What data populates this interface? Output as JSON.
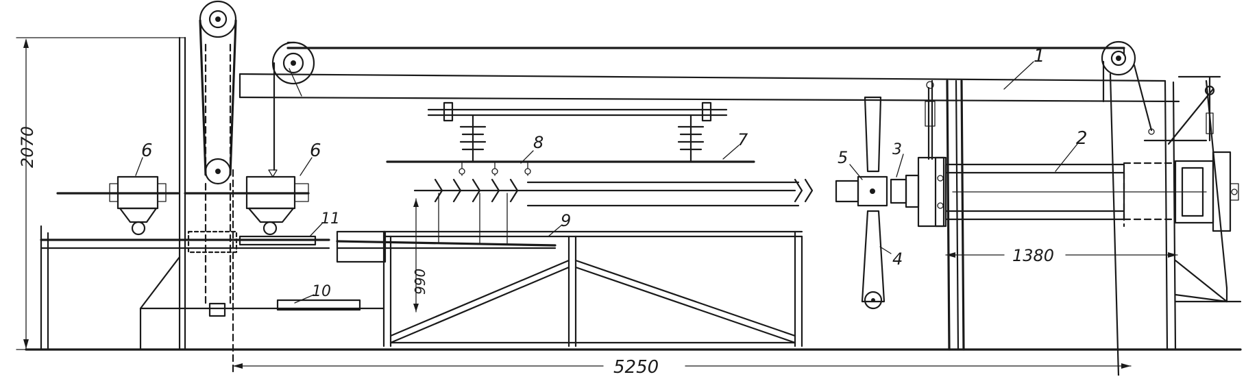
{
  "callouts": {
    "c1": "1",
    "c2": "2",
    "c3": "3",
    "c4": "4",
    "c5": "5",
    "c6a": "6",
    "c6b": "6",
    "c7": "7",
    "c8": "8",
    "c9": "9",
    "c10": "10",
    "c11": "11"
  },
  "dimensions": {
    "height_total": "2070",
    "height_table": "990",
    "width_total": "5250",
    "width_part": "1380"
  },
  "colors": {
    "ink": "#1a1a1a",
    "paper": "#ffffff"
  }
}
